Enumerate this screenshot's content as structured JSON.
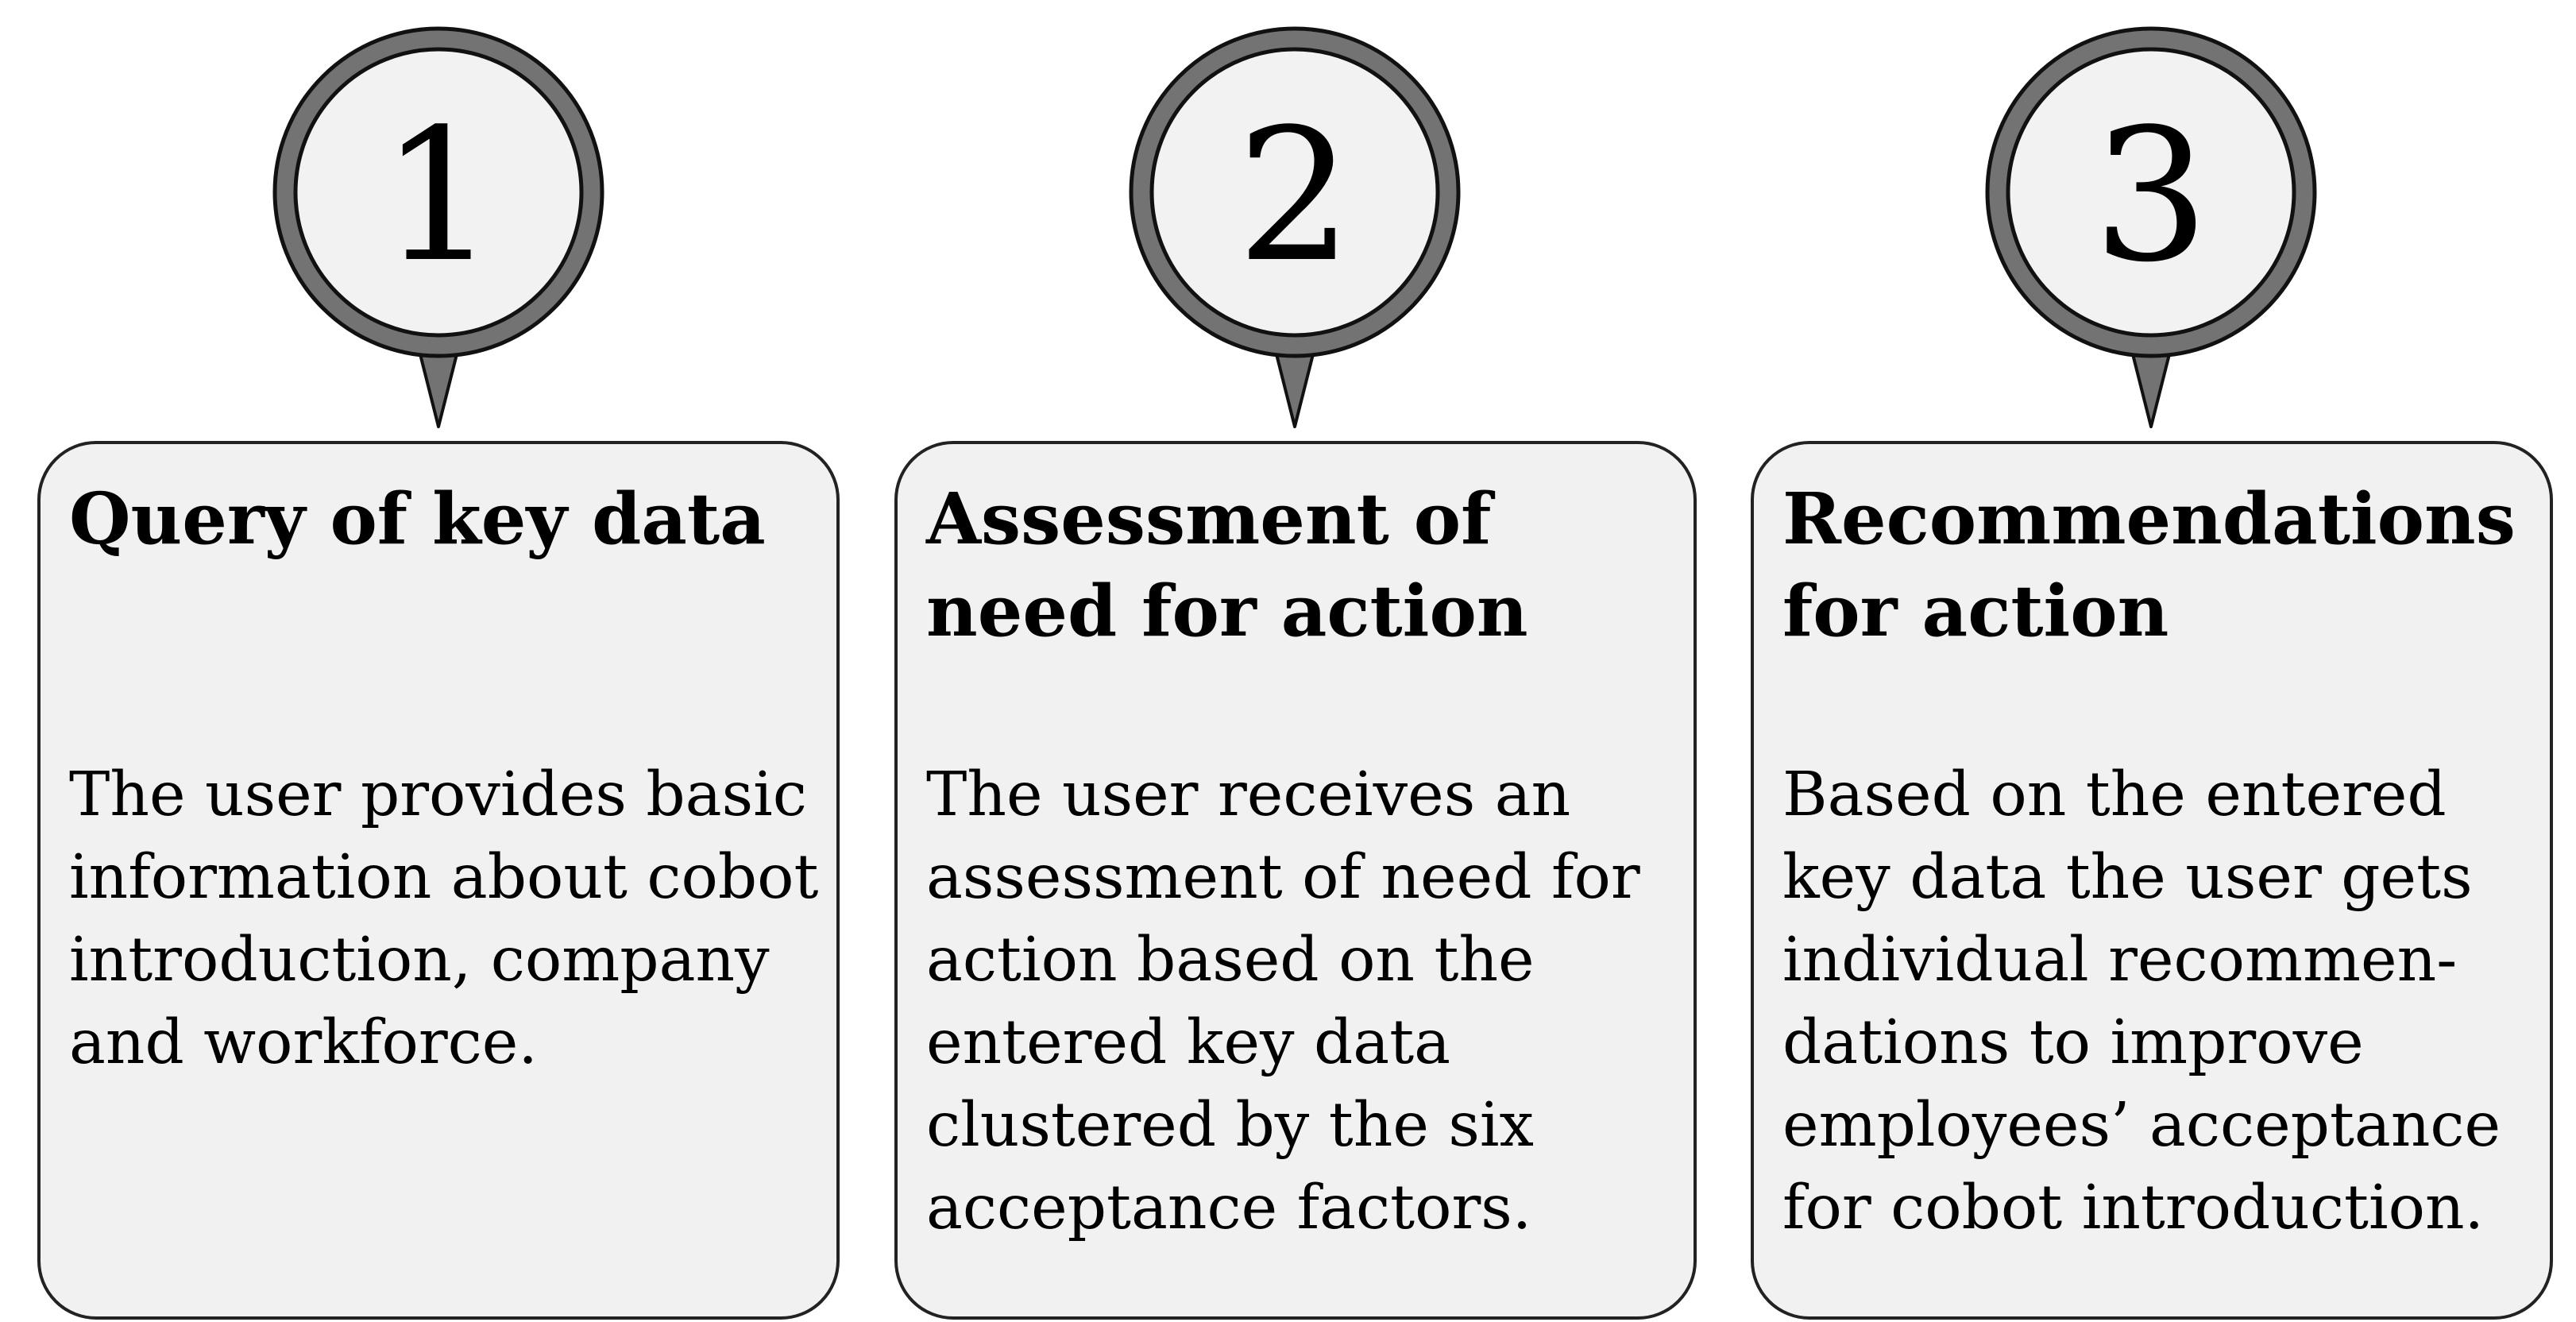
{
  "steps": [
    {
      "number": "1",
      "title": "Query of key data",
      "description": "The user provides basic information about cobot introduction, company and workforce."
    },
    {
      "number": "2",
      "title": "Assessment of need for action",
      "description": "The user receives an assessment of need for action based on the entered key data clustered by the six acceptance factors."
    },
    {
      "number": "3",
      "title": "Recommendations for action",
      "description": "Based on the entered key data the user gets individual recommen­dations to improve employees’ acceptance for cobot introduction."
    }
  ],
  "colors": {
    "pin_ring": "#737373",
    "pin_inner": "#f2f2f2",
    "outline": "#111111",
    "card_fill": "#f1f1f1"
  }
}
